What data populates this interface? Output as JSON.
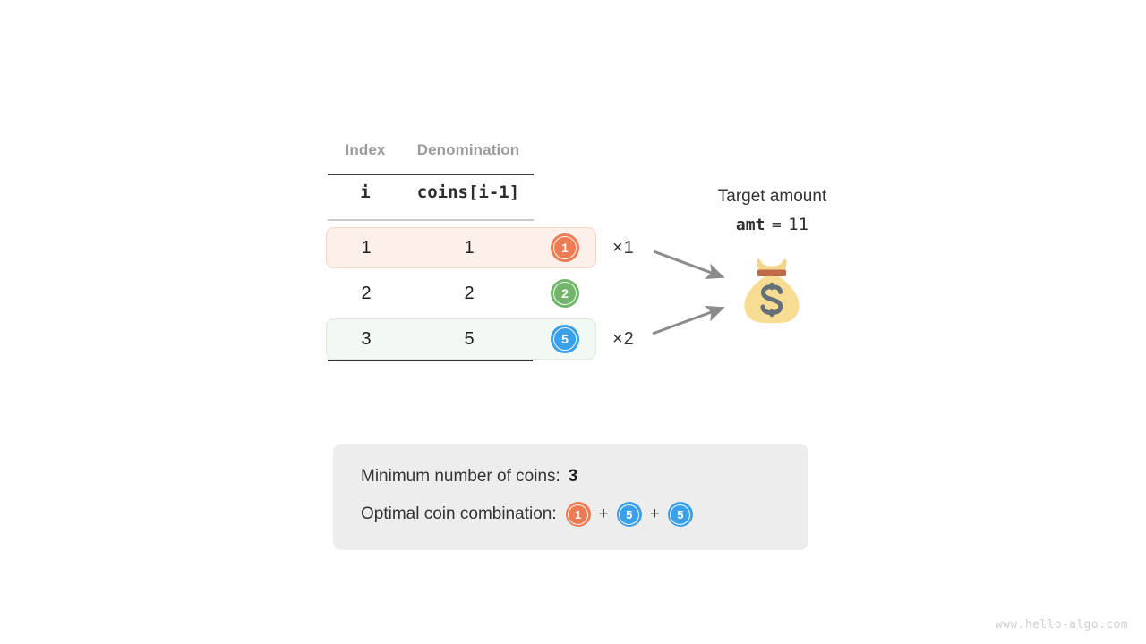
{
  "table": {
    "group_headers": {
      "index": "Index",
      "denomination": "Denomination"
    },
    "var_headers": {
      "index": "i",
      "denomination": "coins[i-1]"
    },
    "rows": [
      {
        "i": "1",
        "denomination": "1",
        "coin_label": "1",
        "coin_color": "#ED7B53",
        "highlight": "orange",
        "multiplier": "×1"
      },
      {
        "i": "2",
        "denomination": "2",
        "coin_label": "2",
        "coin_color": "#74B56C",
        "highlight": "none",
        "multiplier": ""
      },
      {
        "i": "3",
        "denomination": "5",
        "coin_label": "5",
        "coin_color": "#3BA0E8",
        "highlight": "green",
        "multiplier": "×2"
      }
    ]
  },
  "target": {
    "label": "Target amount",
    "var_name": "amt",
    "operator": "=",
    "value": "11",
    "bag_icon": "money-bag-icon"
  },
  "result": {
    "min_coins_label": "Minimum number of coins:",
    "min_coins_value": "3",
    "combination_label": "Optimal coin combination:",
    "plus": "+",
    "combination": [
      {
        "label": "1",
        "color": "#ED7B53"
      },
      {
        "label": "5",
        "color": "#3BA0E8"
      },
      {
        "label": "5",
        "color": "#3BA0E8"
      }
    ]
  },
  "footer": {
    "watermark": "www.hello-algo.com"
  },
  "colors": {
    "orange": "#ED7B53",
    "green": "#74B56C",
    "blue": "#3BA0E8",
    "arrow_gray": "#8C8C8C",
    "panel_bg": "#EDEDED",
    "bag_body": "#F7DC93",
    "bag_band": "#C2694A",
    "bag_dollar": "#63707A"
  }
}
